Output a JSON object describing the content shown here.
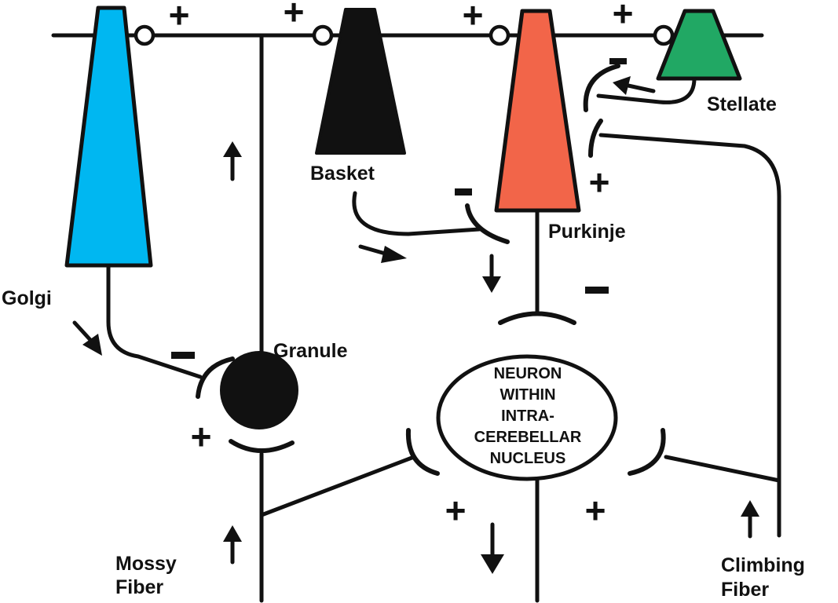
{
  "colors": {
    "golgi": "#00b7f1",
    "basket": "#111111",
    "purkinje": "#f26549",
    "stellate": "#21a864",
    "granule": "#111111",
    "stroke": "#111111"
  },
  "labels": {
    "golgi": "Golgi",
    "granule": "Granule",
    "basket": "Basket",
    "purkinje": "Purkinje",
    "stellate": "Stellate",
    "mossy_fiber": [
      "Mossy",
      "Fiber"
    ],
    "climbing_fiber": [
      "Climbing",
      "Fiber"
    ],
    "nucleus": [
      "NEURON",
      "WITHIN",
      "INTRA-",
      "CEREBELLAR",
      "NUCLEUS"
    ]
  },
  "signs": {
    "plus": "+",
    "minus": "-"
  }
}
